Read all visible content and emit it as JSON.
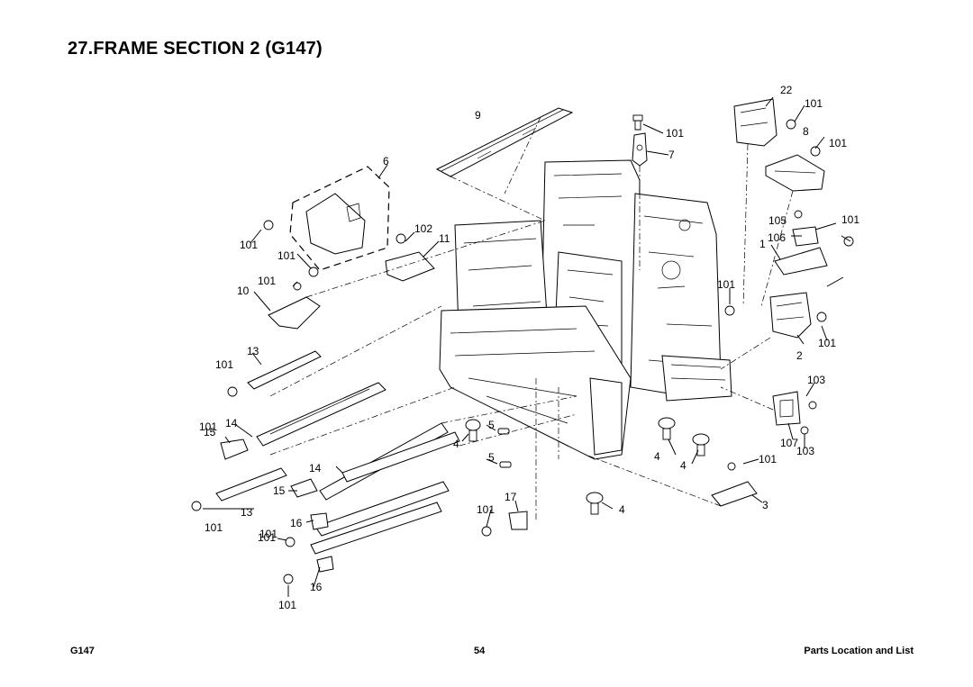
{
  "page": {
    "title": "27.FRAME SECTION 2 (G147)",
    "footer_left": "G147",
    "page_number": "54",
    "footer_right": "Parts Location and List"
  },
  "callouts": [
    "22",
    "101",
    "9",
    "101",
    "8",
    "101",
    "7",
    "6",
    "102",
    "11",
    "105",
    "101",
    "101",
    "106",
    "1",
    "101",
    "101",
    "10",
    "101",
    "13",
    "101",
    "2",
    "101",
    "101",
    "103",
    "15",
    "14",
    "5",
    "4",
    "107",
    "103",
    "4",
    "5",
    "4",
    "101",
    "14",
    "15",
    "17",
    "101",
    "4",
    "3",
    "13",
    "101",
    "16",
    "101",
    "101",
    "16",
    "101"
  ]
}
